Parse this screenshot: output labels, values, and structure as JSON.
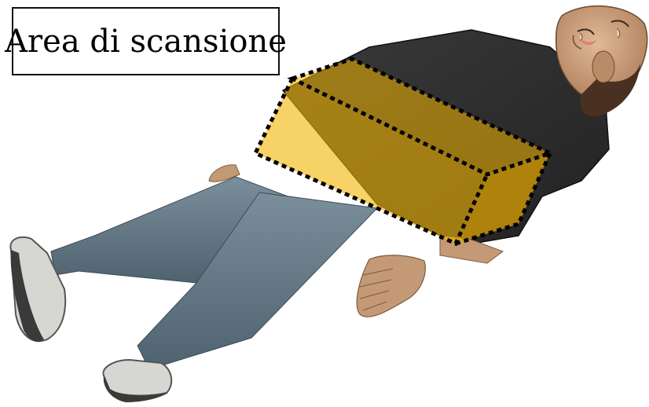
{
  "label": {
    "text": "Area di scansione"
  },
  "colors": {
    "pants": "#5f7480",
    "shirt": "#2e2e2e",
    "skin": "#c49a76",
    "shoe": "#d6d6d2",
    "hair": "#4a3020",
    "scan_area_fill": "#f2b400",
    "scan_area_outline": "#000000"
  },
  "icons": [
    "human-figure-illustration",
    "scan-area-box"
  ]
}
